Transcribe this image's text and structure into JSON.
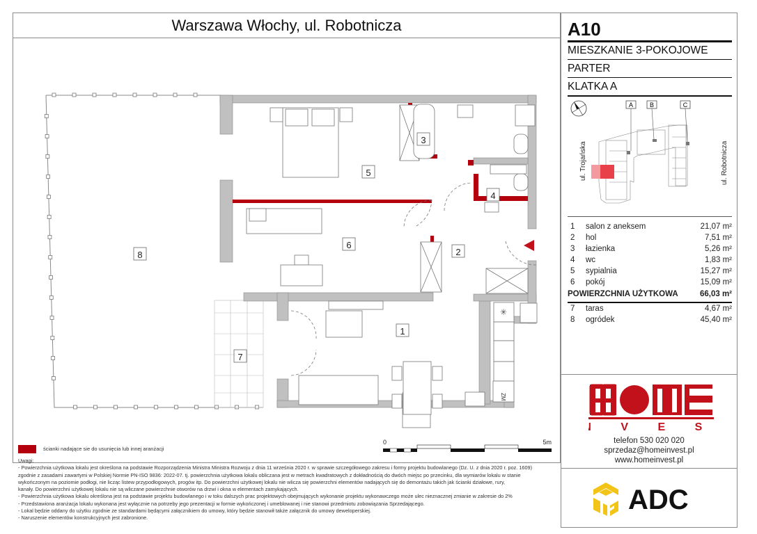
{
  "header": {
    "title": "Warszawa Włochy, ul. Robotnicza"
  },
  "apartment": {
    "code": "A10",
    "type": "MIESZKANIE 3-POKOJOWE",
    "floor": "PARTER",
    "staircase": "KLATKA A"
  },
  "site_map": {
    "staircase_labels": [
      "A",
      "B",
      "C"
    ],
    "street_left": "ul. Trojańska",
    "street_right": "ul. Robotnicza",
    "highlight_color": "#e8414a"
  },
  "rooms": [
    {
      "num": "1",
      "name": "salon z aneksem",
      "area": "21,07 m²"
    },
    {
      "num": "2",
      "name": "hol",
      "area": "7,51 m²"
    },
    {
      "num": "3",
      "name": "łazienka",
      "area": "5,26 m²"
    },
    {
      "num": "4",
      "name": "wc",
      "area": "1,83 m²"
    },
    {
      "num": "5",
      "name": "sypialnia",
      "area": "15,27 m²"
    },
    {
      "num": "6",
      "name": "pokój",
      "area": "15,09 m²"
    }
  ],
  "total": {
    "label": "POWIERZCHNIA UŻYTKOWA",
    "area": "66,03 m²"
  },
  "extras": [
    {
      "num": "7",
      "name": "taras",
      "area": "4,67 m²"
    },
    {
      "num": "8",
      "name": "ogródek",
      "area": "45,40 m²"
    }
  ],
  "plan": {
    "room_labels": [
      "1",
      "2",
      "3",
      "4",
      "5",
      "6",
      "7",
      "8"
    ],
    "fridge_label": "ZM",
    "accent_color": "#b3000c",
    "wall_color": "#c0c0c0"
  },
  "scale": {
    "start": "0",
    "end": "5m"
  },
  "legend": {
    "text": "ścianki nadające sie do usunięcia lub innej aranżacji",
    "color": "#b3000c"
  },
  "notes": {
    "title": "Uwagi:",
    "lines": [
      "- Powierzchnia użytkowa lokalu jest określona na podstawie Rozporządzenia Ministra Ministra Rozwoju z dnia 11 września 2020 r. w sprawie szczegółowego zakresu i formy projektu budowlanego (Dz. U. z dnia 2020 r. poz. 1609)",
      "zgodnie z zasadami zawartymi w Polskiej Normie PN-ISO 9836: 2022-07. tj. powierzchnia użytkowa lokalu obliczana jest w metrach kwadratowych z dokładnością do dwóch miejsc po przecinku, dla wymiarów lokalu w stanie",
      "wykończonym na poziomie podłogi, nie licząc listew przypodłogowych, progów itp. Do powierzchni użytkowej lokalu nie wlicza się powierzchni elementów nadających się do demontażu takich jak ścianki działowe, rury,",
      "kanały. Do powierzchni użytkowej lokalu nie są wliczane powierzchnie otworów na drzwi i okna w elementach zamykających.",
      "- Powierzchnia użytkowa lokalu określona jest na podstawie projektu budowlanego i w toku dalszych prac projektowych obejmujących wykonanie projektu wykonawczego może ulec nieznacznej zmianie w zakresie do 2%",
      "- Przedstawiona aranżacja lokalu wykonana jest wyłącznie na potrzeby jego prezentacji w formie wykończonej i umeblowanej i nie stanowi przedmiotu zobowiązania Sprzedającego.",
      "- Lokal będzie oddany do użytku zgodnie ze standardami będącymi załącznikiem do umowy, który będzie stanowił także załącznik do umowy deweloperskiej.",
      "- Naruszenie elementów konstrukcyjnych jest zabronione."
    ]
  },
  "brand": {
    "home_letters": "HOME",
    "invest_letters": "I N V E S T",
    "color": "#c3111b",
    "phone": "telefon 530 020 020",
    "email": "sprzedaz@homeinvest.pl",
    "website": "www.homeinvest.pl"
  },
  "developer": {
    "name": "ADC",
    "icon_color": "#f2c417"
  }
}
